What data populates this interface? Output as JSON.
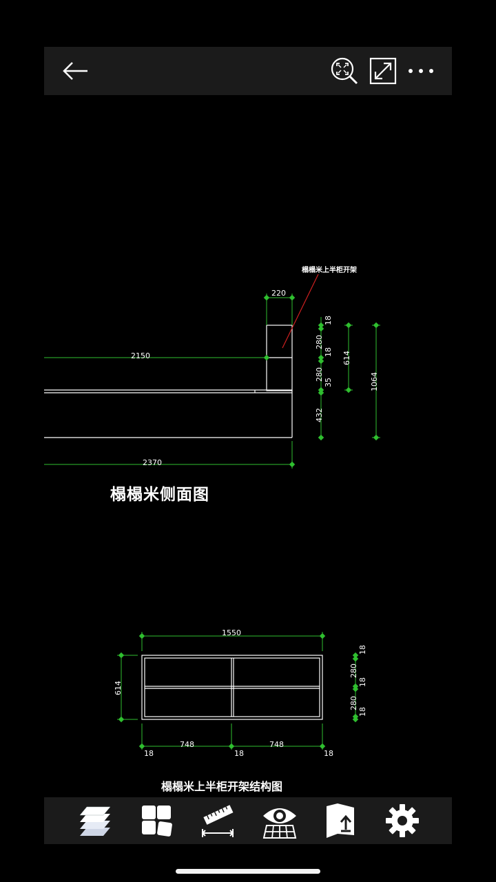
{
  "toolbar": {
    "icons": [
      "back-arrow-icon",
      "zoom-extents-icon",
      "fullscreen-icon",
      "more-icon"
    ]
  },
  "drawing": {
    "side_view": {
      "title": "榻榻米侧面图",
      "callout": "榻榻米上半柜开架",
      "dims": {
        "d220": "220",
        "d2150": "2150",
        "d2370": "2370",
        "d18a": "18",
        "d280a": "280",
        "d18b": "18",
        "d280b": "280",
        "d35": "35",
        "d432": "432",
        "d614": "614",
        "d1064": "1064"
      }
    },
    "structure_view": {
      "title": "榻榻米上半柜开架结构图",
      "dims": {
        "d1550": "1550",
        "d614": "614",
        "d748a": "748",
        "d748b": "748",
        "d18l": "18",
        "d18m": "18",
        "d18r": "18",
        "r18a": "18",
        "r280a": "280",
        "r18b": "18",
        "r280b": "280",
        "r18c": "18"
      }
    }
  },
  "bottom_toolbar": {
    "icons": [
      "layers-icon",
      "layout-icon",
      "measure-icon",
      "view-icon",
      "export-icon",
      "settings-icon"
    ]
  },
  "colors": {
    "accent": "#2fbf2f",
    "line": "#ffffff",
    "callout_line": "#d02020",
    "bar": "#1b1b1b"
  }
}
